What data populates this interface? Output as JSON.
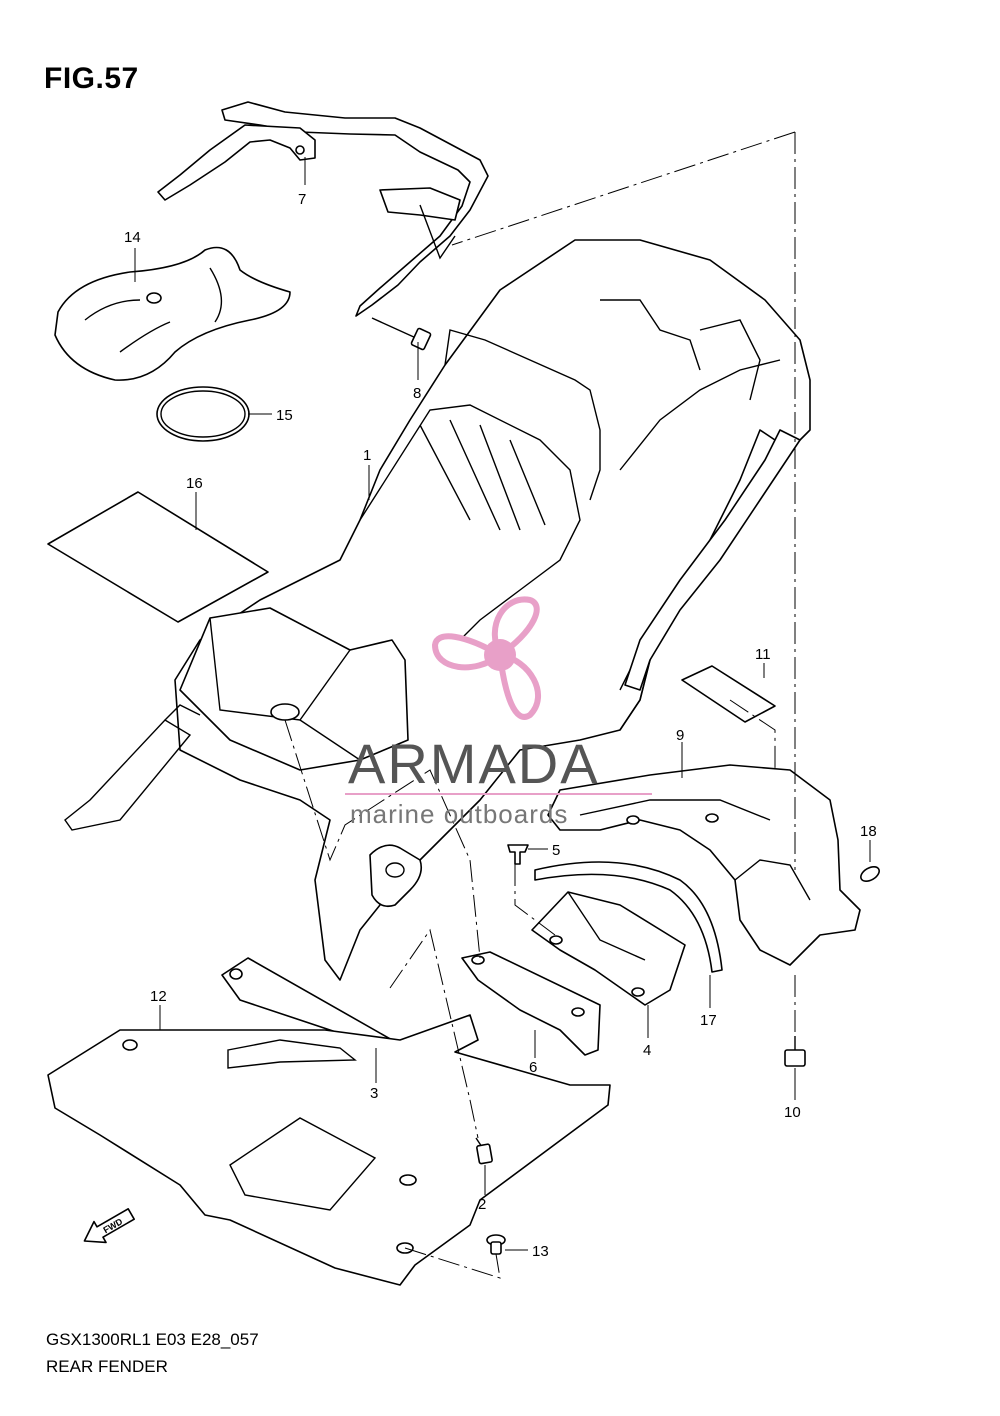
{
  "figure": {
    "title": "FIG.57",
    "model_code": "GSX1300RL1 E03 E28_057",
    "section_name": "REAR FENDER"
  },
  "callouts": [
    {
      "id": "1",
      "label": "1"
    },
    {
      "id": "2",
      "label": "2"
    },
    {
      "id": "3",
      "label": "3"
    },
    {
      "id": "4",
      "label": "4"
    },
    {
      "id": "5",
      "label": "5"
    },
    {
      "id": "6",
      "label": "6"
    },
    {
      "id": "7",
      "label": "7"
    },
    {
      "id": "8",
      "label": "8"
    },
    {
      "id": "9",
      "label": "9"
    },
    {
      "id": "10",
      "label": "10"
    },
    {
      "id": "11",
      "label": "11"
    },
    {
      "id": "12",
      "label": "12"
    },
    {
      "id": "13",
      "label": "13"
    },
    {
      "id": "14",
      "label": "14"
    },
    {
      "id": "15",
      "label": "15"
    },
    {
      "id": "16",
      "label": "16"
    },
    {
      "id": "17",
      "label": "17"
    },
    {
      "id": "18",
      "label": "18"
    }
  ],
  "fwd_arrow": {
    "label": "FWD"
  },
  "watermark": {
    "brand": "ARMADA",
    "tagline": "marine outboards",
    "color": "#e8a0c8"
  }
}
